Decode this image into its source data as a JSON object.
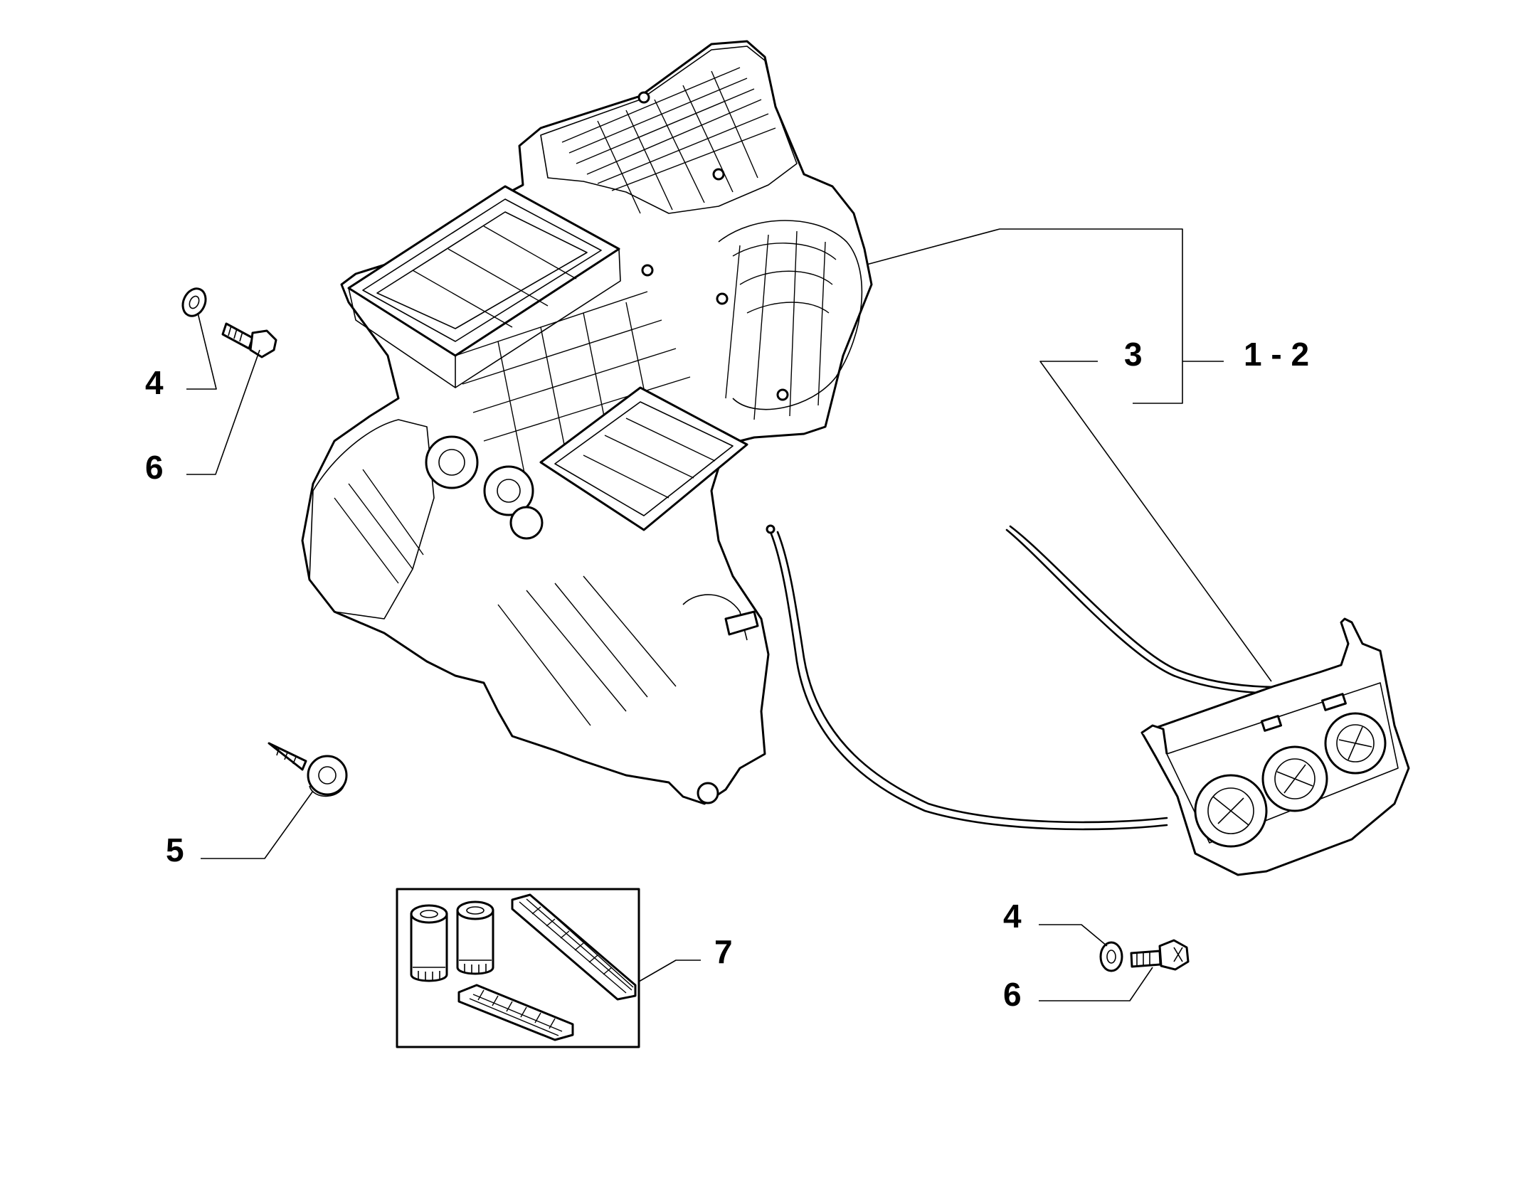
{
  "callouts": {
    "label_1_2": "1 - 2",
    "label_3": "3",
    "label_4_left": "4",
    "label_6_left": "6",
    "label_5": "5",
    "label_7": "7",
    "label_4_right": "4",
    "label_6_right": "6"
  },
  "colors": {
    "line": "#000000",
    "background": "#ffffff"
  }
}
